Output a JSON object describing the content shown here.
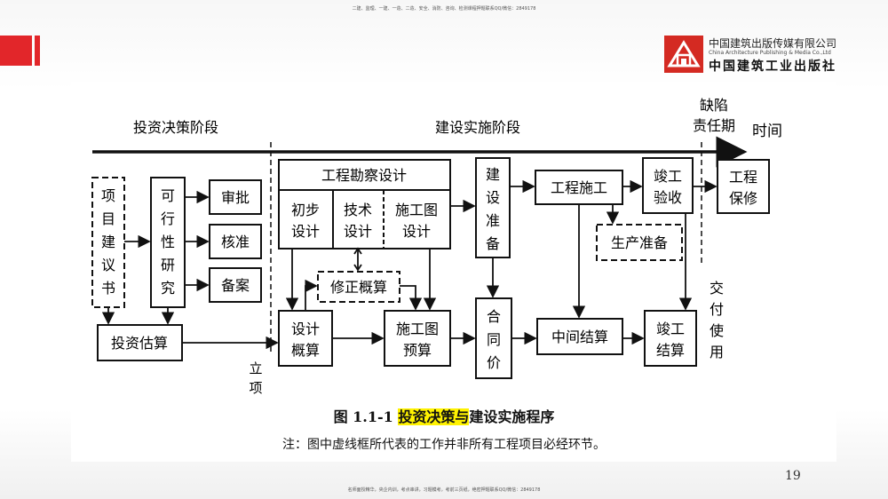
{
  "header": {
    "top_note": "二建、监理、一建、一造、二造、安全、消防、咨询、检测课程押题联系QQ/微信：2849178",
    "bottom_note": "名师面授精华，央企内训，考点串讲，习题模考，考前三页纸，绝密押题联系QQ/微信：2849178",
    "publisher_cn": "中国建筑出版传媒有限公司",
    "publisher_en": "China Architecture Publishing & Media Co.,Ltd",
    "publisher_cn2": "中国建筑工业出版社"
  },
  "diagram": {
    "phase_decision": "投资决策阶段",
    "phase_construction": "建设实施阶段",
    "phase_defect_1": "缺陷",
    "phase_defect_2": "责任期",
    "time_label": "时间",
    "project_proposal": [
      "项",
      "目",
      "建",
      "议",
      "书"
    ],
    "feasibility": [
      "可",
      "行",
      "性",
      "研",
      "究"
    ],
    "approval": "审批",
    "authorize": "核准",
    "record": "备案",
    "estimate": "投资估算",
    "lixiang": [
      "立",
      "项"
    ],
    "survey_design": "工程勘察设计",
    "prelim_1": "初步",
    "prelim_2": "设计",
    "tech_1": "技术",
    "tech_2": "设计",
    "cons_dwg_1": "施工图",
    "cons_dwg_2": "设计",
    "revised_estimate": "修正概算",
    "design_estimate_1": "设计",
    "design_estimate_2": "概算",
    "dwg_budget_1": "施工图",
    "dwg_budget_2": "预算",
    "build_prep": [
      "建",
      "设",
      "准",
      "备"
    ],
    "contract_price": [
      "合",
      "同",
      "价"
    ],
    "construction": "工程施工",
    "production_prep": "生产准备",
    "interim_settlement": "中间结算",
    "completion_acceptance_1": "竣工",
    "completion_acceptance_2": "验收",
    "completion_settlement_1": "竣工",
    "completion_settlement_2": "结算",
    "warranty_1": "工程",
    "warranty_2": "保修",
    "handover": [
      "交",
      "付",
      "使",
      "用"
    ]
  },
  "caption": {
    "fig_no": "图 1.1-1 ",
    "title_hl": "投资决策与",
    "title_rest": "建设实施程序",
    "note": "注：图中虚线框所代表的工作并非所有工程项目必经环节。"
  },
  "page_number": "19",
  "colors": {
    "accent_red": "#e2262a",
    "highlight": "#fff200"
  }
}
